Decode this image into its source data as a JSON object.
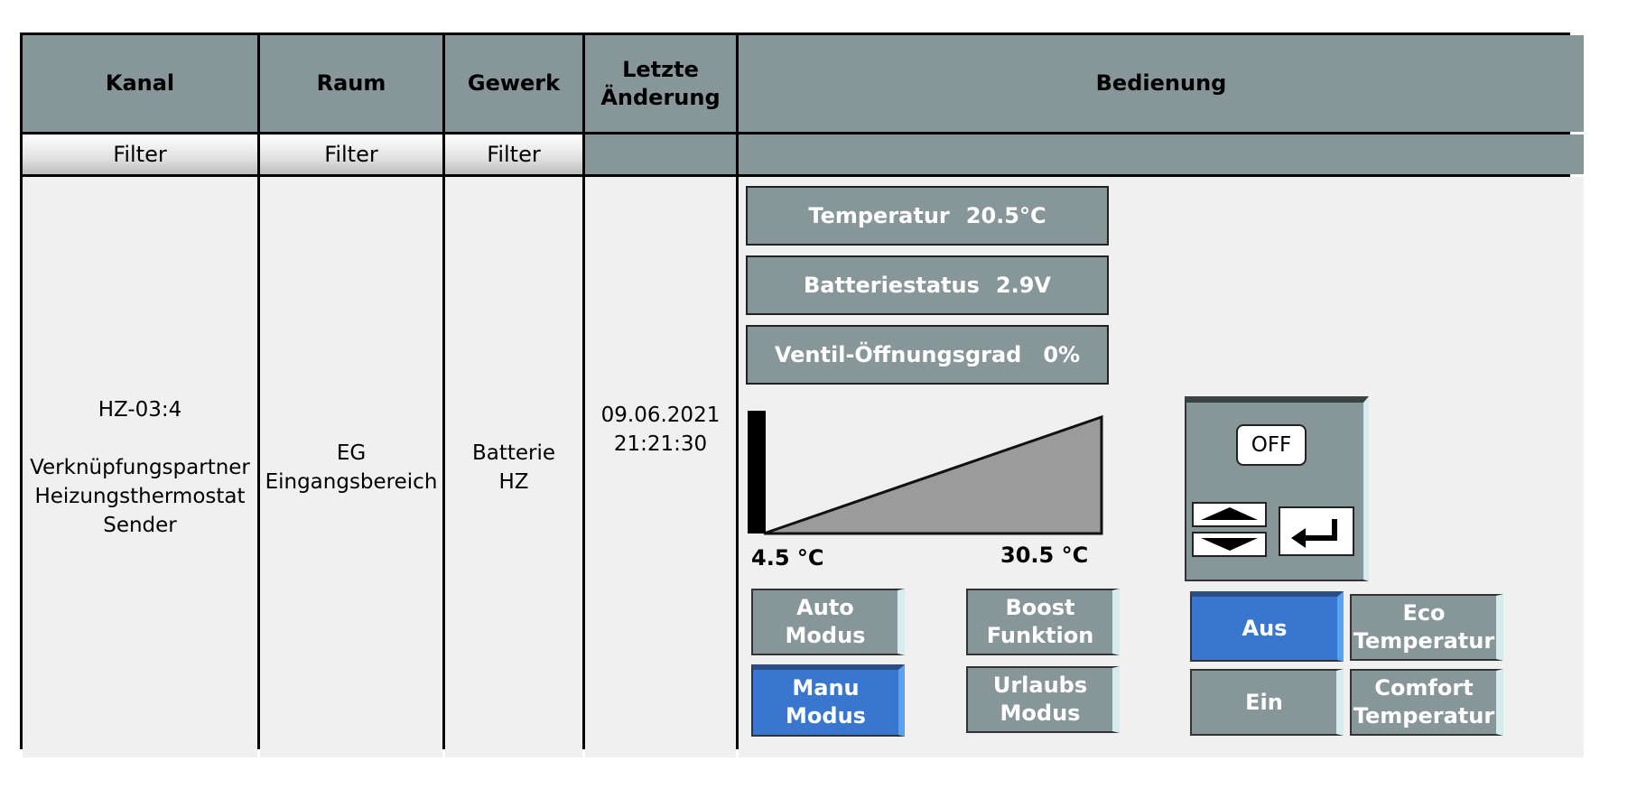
{
  "headers": {
    "kanal": "Kanal",
    "raum": "Raum",
    "gewerk": "Gewerk",
    "letzte_line1": "Letzte",
    "letzte_line2": "Änderung",
    "bedienung": "Bedienung"
  },
  "filters": {
    "kanal": "Filter",
    "raum": "Filter",
    "gewerk": "Filter"
  },
  "row": {
    "kanal_id": "HZ-03:4",
    "kanal_lines": [
      "Verknüpfungspartner",
      "Heizungsthermostat",
      "Sender"
    ],
    "raum_lines": [
      "EG",
      "Eingangsbereich"
    ],
    "gewerk_lines": [
      "Batterie",
      "HZ"
    ],
    "date": "09.06.2021",
    "time": "21:21:30"
  },
  "control": {
    "temperature": {
      "label": "Temperatur",
      "value": "20.5°C"
    },
    "battery": {
      "label": "Batteriestatus",
      "value": "2.9V"
    },
    "valve": {
      "label": "Ventil-Öffnungsgrad",
      "value": "0%"
    },
    "slider": {
      "min_label": "4.5 °C",
      "max_label": "30.5 °C",
      "min": 4.5,
      "max": 30.5,
      "level": 4.5
    },
    "modes": {
      "auto_line1": "Auto",
      "auto_line2": "Modus",
      "manu_line1": "Manu",
      "manu_line2": "Modus",
      "boost_line1": "Boost",
      "boost_line2": "Funktion",
      "urlaub_line1": "Urlaubs",
      "urlaub_line2": "Modus"
    },
    "active_mode": "manu",
    "panel": {
      "off_label": "OFF"
    },
    "toggles": {
      "aus": "Aus",
      "ein": "Ein",
      "active": "aus"
    },
    "presets": {
      "eco_line1": "Eco",
      "eco_line2": "Temperatur",
      "comfort_line1": "Comfort",
      "comfort_line2": "Temperatur"
    },
    "colors": {
      "active": "#3876cf",
      "panel": "#879799",
      "cell": "#f0f0f0"
    }
  }
}
